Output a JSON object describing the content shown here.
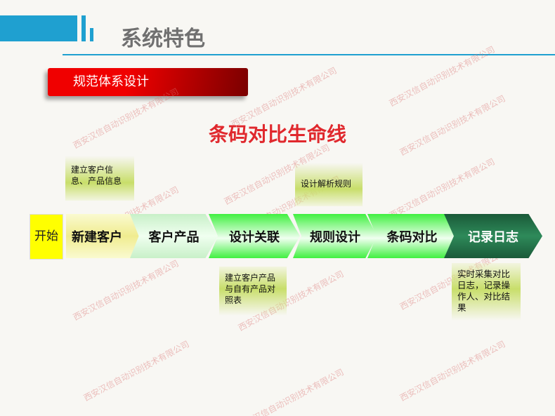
{
  "header": {
    "title": "系统特色"
  },
  "section": {
    "label": "规范体系设计"
  },
  "diagram": {
    "title": "条码对比生命线",
    "start": "开始",
    "steps": [
      "新建客户",
      "客户产品",
      "设计关联",
      "规则设计",
      "条码对比",
      "记录日志"
    ],
    "notes": {
      "new_customer": "建立客户信息、产品信息",
      "design_rules": "设计解析规则",
      "design_link": "建立客户产品与自有产品对照表",
      "log": "实时采集对比日志，记录操作人、对比结果"
    }
  },
  "watermark": "西安汉信自动识别技术有限公司",
  "colors": {
    "accent": "#1fa0d0",
    "section_red": "#f00000",
    "title_red": "#e0282d",
    "log_green": "#1e6a45"
  }
}
